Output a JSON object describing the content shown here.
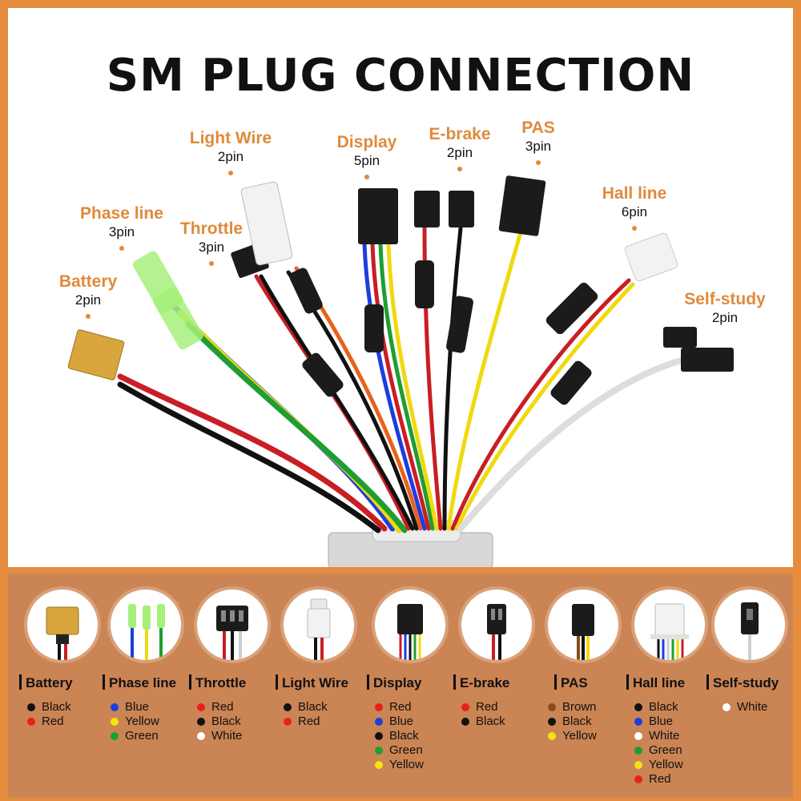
{
  "title": "SM PLUG CONNECTION",
  "callouts": [
    {
      "id": "battery",
      "name": "Battery",
      "pins": "2pin"
    },
    {
      "id": "phase",
      "name": "Phase line",
      "pins": "3pin"
    },
    {
      "id": "throttle",
      "name": "Throttle",
      "pins": "3pin"
    },
    {
      "id": "light",
      "name": "Light Wire",
      "pins": "2pin"
    },
    {
      "id": "display",
      "name": "Display",
      "pins": "5pin"
    },
    {
      "id": "ebrake",
      "name": "E-brake",
      "pins": "2pin"
    },
    {
      "id": "pas",
      "name": "PAS",
      "pins": "3pin"
    },
    {
      "id": "hall",
      "name": "Hall line",
      "pins": "6pin"
    },
    {
      "id": "selfstudy",
      "name": "Self-study",
      "pins": "2pin"
    }
  ],
  "legend": [
    {
      "title": "Battery",
      "connector_icon": "xt60-plug-icon",
      "colors": [
        {
          "label": "Black",
          "hex": "#111111"
        },
        {
          "label": "Red",
          "hex": "#e8201c"
        }
      ]
    },
    {
      "title": "Phase line",
      "connector_icon": "bullet-plug-icon",
      "colors": [
        {
          "label": "Blue",
          "hex": "#1d3de0"
        },
        {
          "label": "Yellow",
          "hex": "#f5e20e"
        },
        {
          "label": "Green",
          "hex": "#1e9e32"
        }
      ]
    },
    {
      "title": "Throttle",
      "connector_icon": "3pin-plug-icon",
      "colors": [
        {
          "label": "Red",
          "hex": "#e8201c"
        },
        {
          "label": "Black",
          "hex": "#111111"
        },
        {
          "label": "White",
          "hex": "#ffffff"
        }
      ]
    },
    {
      "title": "Light Wire",
      "connector_icon": "2pin-white-plug-icon",
      "colors": [
        {
          "label": "Black",
          "hex": "#111111"
        },
        {
          "label": "Red",
          "hex": "#e8201c"
        }
      ]
    },
    {
      "title": "Display",
      "connector_icon": "5pin-plug-icon",
      "colors": [
        {
          "label": "Red",
          "hex": "#e8201c"
        },
        {
          "label": "Blue",
          "hex": "#1d3de0"
        },
        {
          "label": "Black",
          "hex": "#111111"
        },
        {
          "label": "Green",
          "hex": "#1e9e32"
        },
        {
          "label": "Yellow",
          "hex": "#f5e20e"
        }
      ]
    },
    {
      "title": "E-brake",
      "connector_icon": "2pin-plug-icon",
      "colors": [
        {
          "label": "Red",
          "hex": "#e8201c"
        },
        {
          "label": "Black",
          "hex": "#111111"
        }
      ]
    },
    {
      "title": "PAS",
      "connector_icon": "3pin-plug-icon",
      "colors": [
        {
          "label": "Brown",
          "hex": "#8a4a1c"
        },
        {
          "label": "Black",
          "hex": "#111111"
        },
        {
          "label": "Yellow",
          "hex": "#f5e20e"
        }
      ]
    },
    {
      "title": "Hall line",
      "connector_icon": "6pin-white-plug-icon",
      "colors": [
        {
          "label": "Black",
          "hex": "#111111"
        },
        {
          "label": "Blue",
          "hex": "#1d3de0"
        },
        {
          "label": "White",
          "hex": "#ffffff"
        },
        {
          "label": "Green",
          "hex": "#1e9e32"
        },
        {
          "label": "Yellow",
          "hex": "#f5e20e"
        },
        {
          "label": "Red",
          "hex": "#e8201c"
        }
      ]
    },
    {
      "title": "Self-study",
      "connector_icon": "2pin-plug-icon",
      "colors": [
        {
          "label": "White",
          "hex": "#ffffff"
        }
      ]
    }
  ]
}
